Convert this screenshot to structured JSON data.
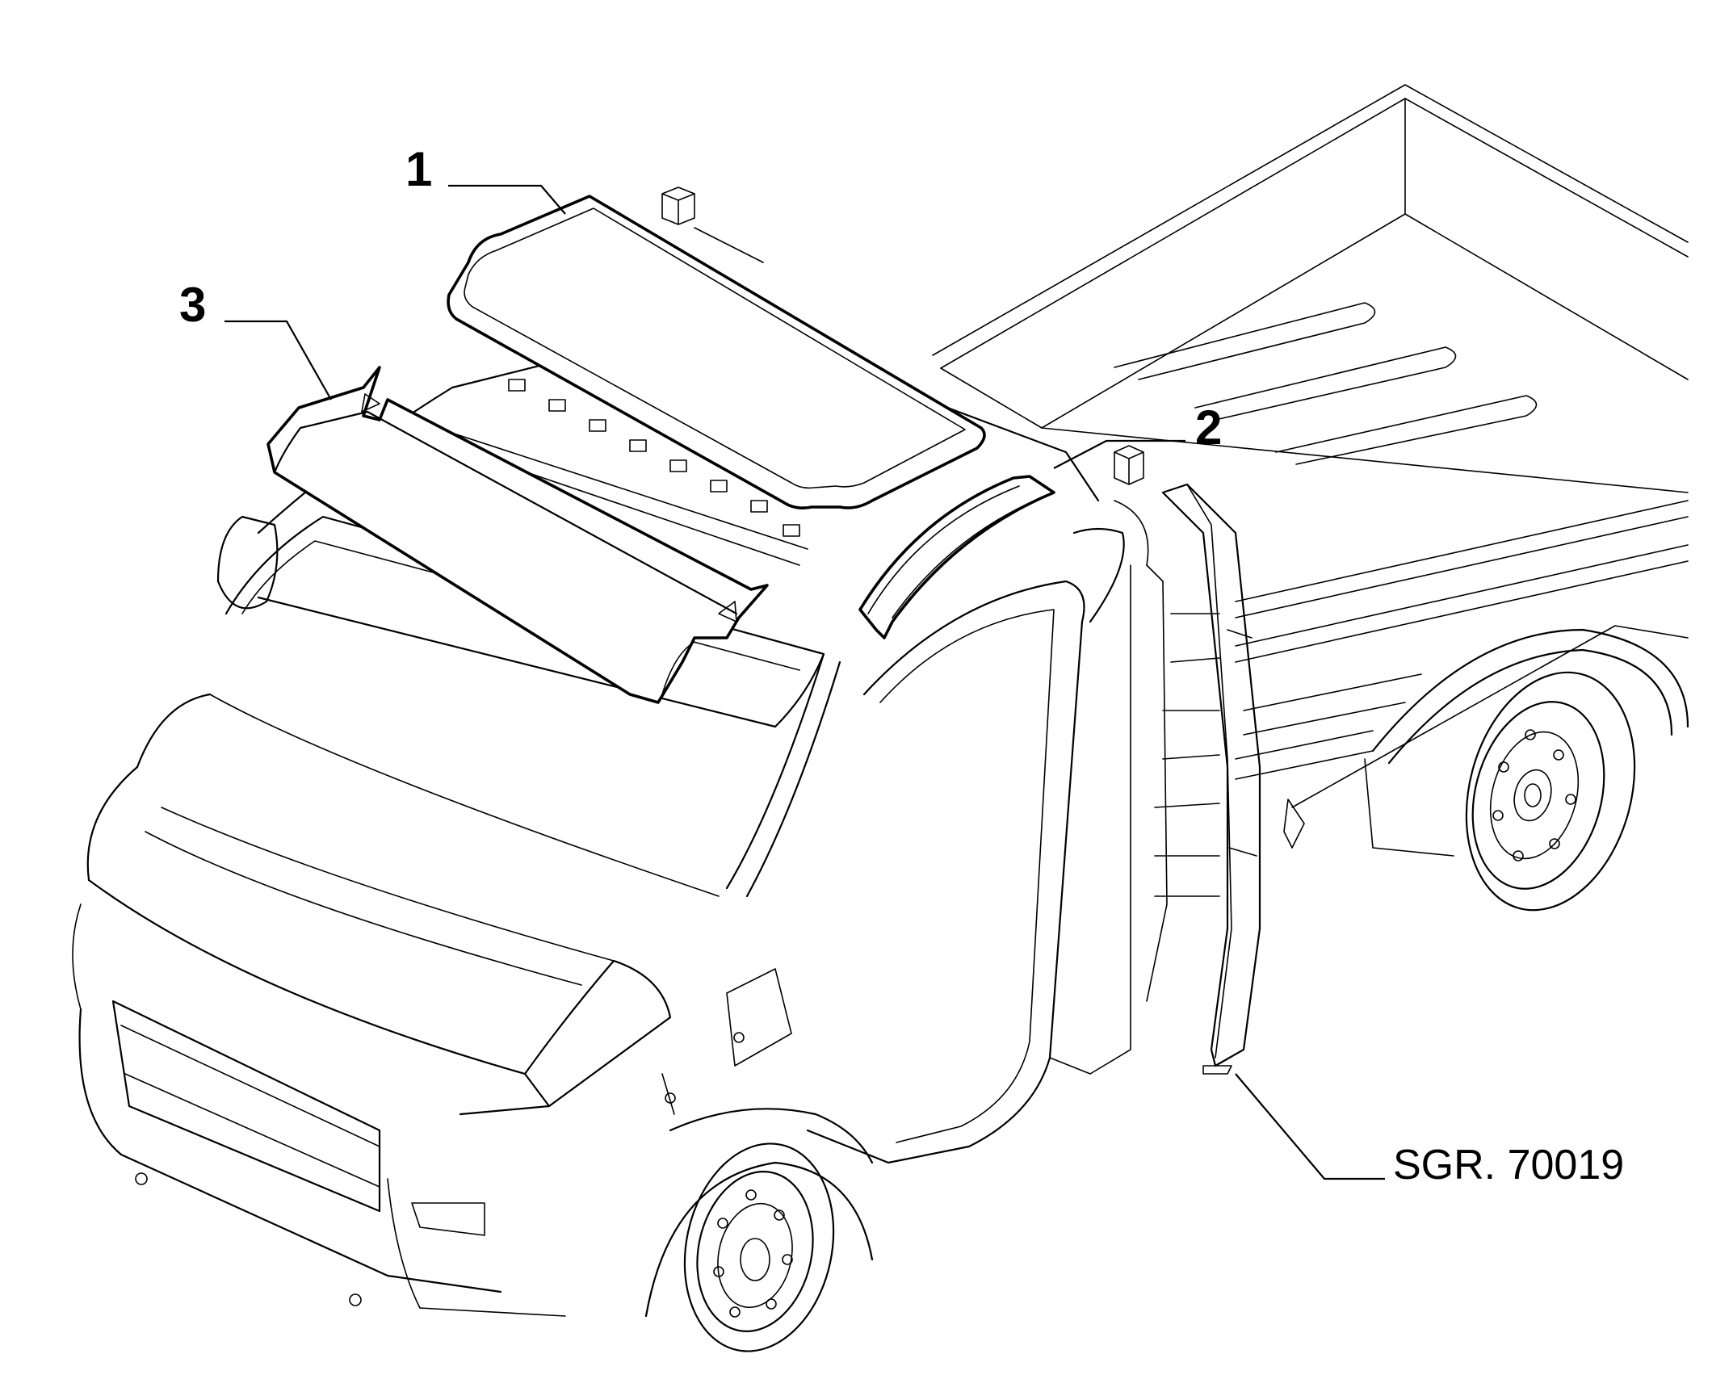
{
  "callouts": [
    {
      "id": "1",
      "label": "1"
    },
    {
      "id": "2",
      "label": "2"
    },
    {
      "id": "3",
      "label": "3"
    }
  ],
  "reference": {
    "label": "SGR. 70019"
  }
}
